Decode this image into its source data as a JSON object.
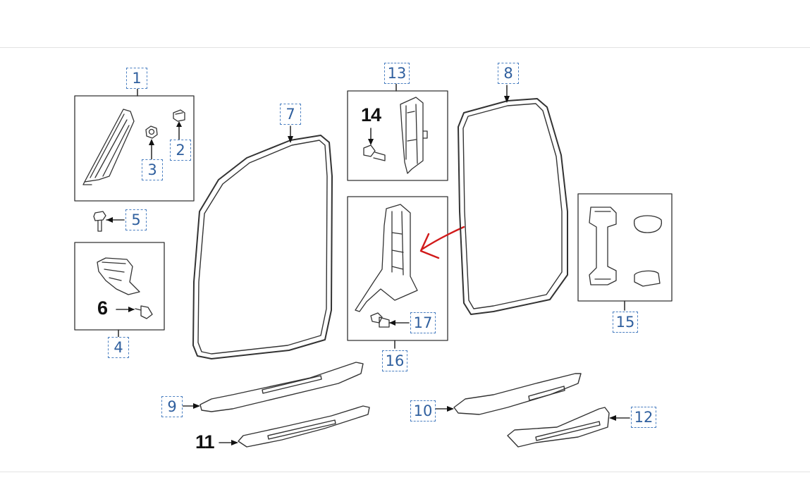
{
  "diagram": {
    "callouts": {
      "c1": "1",
      "c2": "2",
      "c3": "3",
      "c4": "4",
      "c5": "5",
      "c7": "7",
      "c8": "8",
      "c9": "9",
      "c10": "10",
      "c12": "12",
      "c13": "13",
      "c15": "15",
      "c16": "16",
      "c17": "17"
    },
    "plain_labels": {
      "p6": "6",
      "p11": "11",
      "p14": "14"
    },
    "annotation": "red-hand-drawn-arrow",
    "colors": {
      "callout_border": "#4a7fc1",
      "callout_text": "#2f5f9e",
      "line": "#333333",
      "annotation": "#d11a1a",
      "rule": "#e2e2e2"
    }
  }
}
